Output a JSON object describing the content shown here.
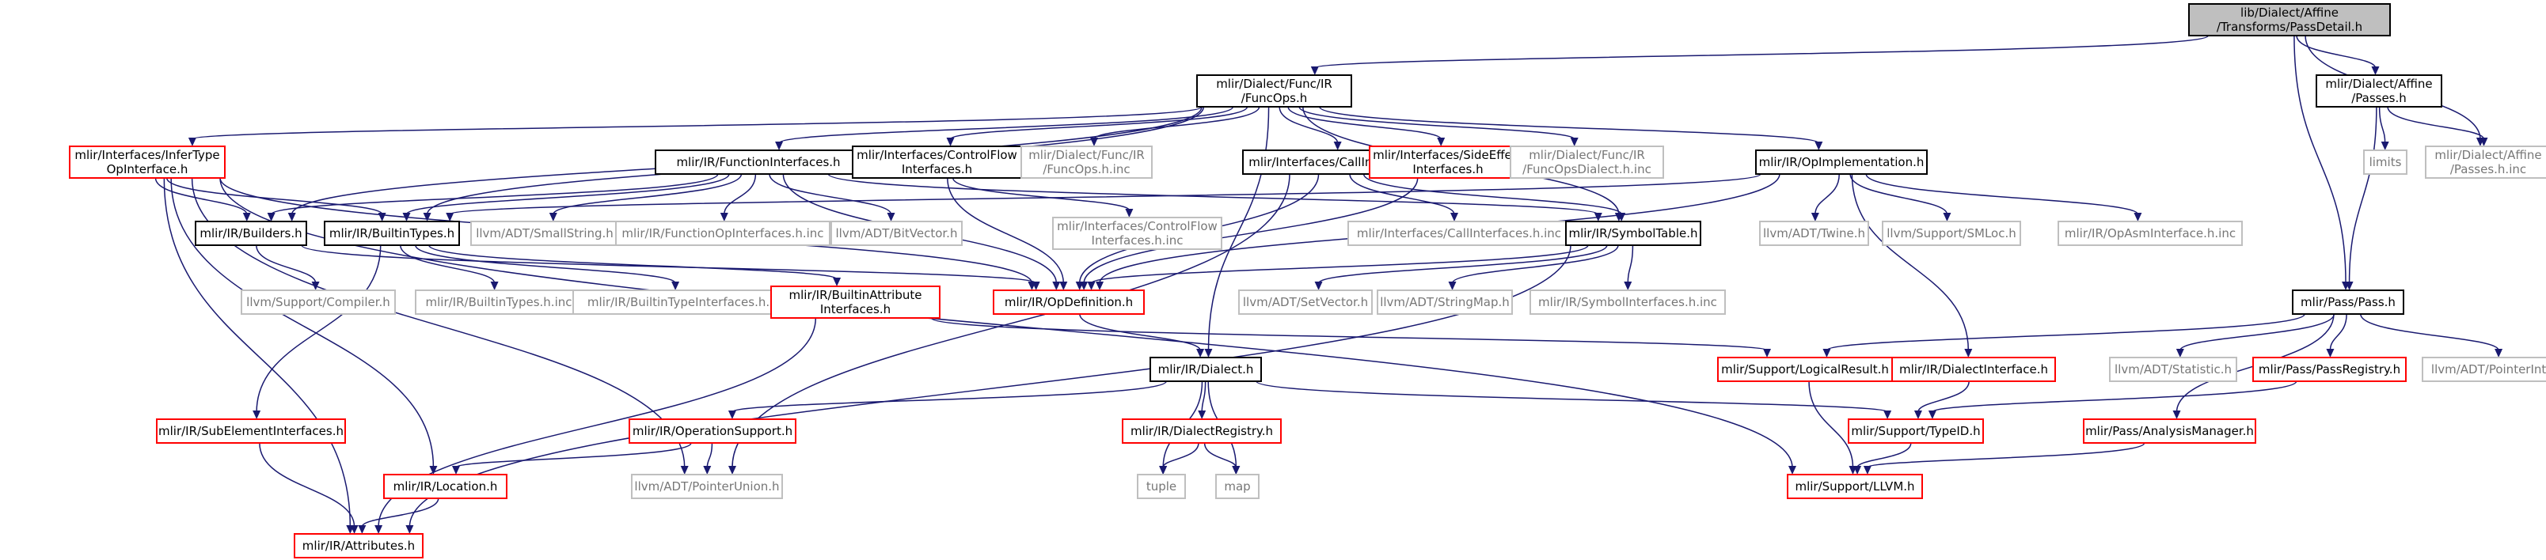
{
  "nodes": [
    {
      "id": "root",
      "kind": "root",
      "lines": [
        "lib/Dialect/Affine",
        "/Transforms/PassDetail.h"
      ]
    },
    {
      "id": "funcops",
      "kind": "normal",
      "lines": [
        "mlir/Dialect/Func/IR",
        "/FuncOps.h"
      ]
    },
    {
      "id": "affinepasses",
      "kind": "normal",
      "lines": [
        "mlir/Dialect/Affine",
        "/Passes.h"
      ]
    },
    {
      "id": "affinepassesinc",
      "kind": "gray",
      "lines": [
        "mlir/Dialect/Affine",
        "/Passes.h.inc"
      ]
    },
    {
      "id": "limits",
      "kind": "gray",
      "lines": [
        "limits"
      ]
    },
    {
      "id": "infertype",
      "kind": "red",
      "lines": [
        "mlir/Interfaces/InferType",
        "OpInterface.h"
      ]
    },
    {
      "id": "funcif",
      "kind": "normal",
      "lines": [
        "mlir/IR/FunctionInterfaces.h"
      ]
    },
    {
      "id": "controlflow",
      "kind": "normal",
      "lines": [
        "mlir/Interfaces/ControlFlow",
        "Interfaces.h"
      ]
    },
    {
      "id": "funcopsinc",
      "kind": "gray",
      "lines": [
        "mlir/Dialect/Func/IR",
        "/FuncOps.h.inc"
      ]
    },
    {
      "id": "callif",
      "kind": "normal",
      "lines": [
        "mlir/Interfaces/CallInterfaces.h"
      ]
    },
    {
      "id": "sideeffect",
      "kind": "red",
      "lines": [
        "mlir/Interfaces/SideEffect",
        "Interfaces.h"
      ]
    },
    {
      "id": "funcdialectinc",
      "kind": "gray",
      "lines": [
        "mlir/Dialect/Func/IR",
        "/FuncOpsDialect.h.inc"
      ]
    },
    {
      "id": "opimpl",
      "kind": "normal",
      "lines": [
        "mlir/IR/OpImplementation.h"
      ]
    },
    {
      "id": "builders",
      "kind": "normal",
      "lines": [
        "mlir/IR/Builders.h"
      ]
    },
    {
      "id": "builtintypes",
      "kind": "normal",
      "lines": [
        "mlir/IR/BuiltinTypes.h"
      ]
    },
    {
      "id": "smallstring",
      "kind": "gray",
      "lines": [
        "llvm/ADT/SmallString.h"
      ]
    },
    {
      "id": "funcifinc",
      "kind": "gray",
      "lines": [
        "mlir/IR/FunctionOpInterfaces.h.inc"
      ]
    },
    {
      "id": "bitvector",
      "kind": "gray",
      "lines": [
        "llvm/ADT/BitVector.h"
      ]
    },
    {
      "id": "cfinc",
      "kind": "gray",
      "lines": [
        "mlir/Interfaces/ControlFlow",
        "Interfaces.h.inc"
      ]
    },
    {
      "id": "callifinc",
      "kind": "gray",
      "lines": [
        "mlir/Interfaces/CallInterfaces.h.inc"
      ]
    },
    {
      "id": "symboltable",
      "kind": "normal",
      "lines": [
        "mlir/IR/SymbolTable.h"
      ]
    },
    {
      "id": "twine",
      "kind": "gray",
      "lines": [
        "llvm/ADT/Twine.h"
      ]
    },
    {
      "id": "smloc",
      "kind": "gray",
      "lines": [
        "llvm/Support/SMLoc.h"
      ]
    },
    {
      "id": "opasminc",
      "kind": "gray",
      "lines": [
        "mlir/IR/OpAsmInterface.h.inc"
      ]
    },
    {
      "id": "compiler",
      "kind": "gray",
      "lines": [
        "llvm/Support/Compiler.h"
      ]
    },
    {
      "id": "builtintypesinc",
      "kind": "gray",
      "lines": [
        "mlir/IR/BuiltinTypes.h.inc"
      ]
    },
    {
      "id": "builtintypeifinc",
      "kind": "gray",
      "lines": [
        "mlir/IR/BuiltinTypeInterfaces.h.inc"
      ]
    },
    {
      "id": "builtinattrif",
      "kind": "red",
      "lines": [
        "mlir/IR/BuiltinAttribute",
        "Interfaces.h"
      ]
    },
    {
      "id": "opdef",
      "kind": "red",
      "lines": [
        "mlir/IR/OpDefinition.h"
      ]
    },
    {
      "id": "setvector",
      "kind": "gray",
      "lines": [
        "llvm/ADT/SetVector.h"
      ]
    },
    {
      "id": "stringmap",
      "kind": "gray",
      "lines": [
        "llvm/ADT/StringMap.h"
      ]
    },
    {
      "id": "symbolifinc",
      "kind": "gray",
      "lines": [
        "mlir/IR/SymbolInterfaces.h.inc"
      ]
    },
    {
      "id": "pass",
      "kind": "normal",
      "lines": [
        "mlir/Pass/Pass.h"
      ]
    },
    {
      "id": "dialect",
      "kind": "normal",
      "lines": [
        "mlir/IR/Dialect.h"
      ]
    },
    {
      "id": "logicalresult",
      "kind": "red",
      "lines": [
        "mlir/Support/LogicalResult.h"
      ]
    },
    {
      "id": "dialectif",
      "kind": "red",
      "lines": [
        "mlir/IR/DialectInterface.h"
      ]
    },
    {
      "id": "statistic",
      "kind": "gray",
      "lines": [
        "llvm/ADT/Statistic.h"
      ]
    },
    {
      "id": "passregistry",
      "kind": "red",
      "lines": [
        "mlir/Pass/PassRegistry.h"
      ]
    },
    {
      "id": "pointerintpair",
      "kind": "gray",
      "lines": [
        "llvm/ADT/PointerIntPair.h"
      ]
    },
    {
      "id": "subelement",
      "kind": "red",
      "lines": [
        "mlir/IR/SubElementInterfaces.h"
      ]
    },
    {
      "id": "opsupport",
      "kind": "red",
      "lines": [
        "mlir/IR/OperationSupport.h"
      ]
    },
    {
      "id": "dialectregistry",
      "kind": "red",
      "lines": [
        "mlir/IR/DialectRegistry.h"
      ]
    },
    {
      "id": "typeid",
      "kind": "red",
      "lines": [
        "mlir/Support/TypeID.h"
      ]
    },
    {
      "id": "analysismanager",
      "kind": "red",
      "lines": [
        "mlir/Pass/AnalysisManager.h"
      ]
    },
    {
      "id": "location",
      "kind": "red",
      "lines": [
        "mlir/IR/Location.h"
      ]
    },
    {
      "id": "pointerunion",
      "kind": "gray",
      "lines": [
        "llvm/ADT/PointerUnion.h"
      ]
    },
    {
      "id": "tuple",
      "kind": "gray",
      "lines": [
        "tuple"
      ]
    },
    {
      "id": "map",
      "kind": "gray",
      "lines": [
        "map"
      ]
    },
    {
      "id": "llvm",
      "kind": "red",
      "lines": [
        "mlir/Support/LLVM.h"
      ]
    },
    {
      "id": "attributes",
      "kind": "red",
      "lines": [
        "mlir/IR/Attributes.h"
      ]
    }
  ],
  "edges": [
    [
      "root",
      "funcops"
    ],
    [
      "root",
      "affinepasses"
    ],
    [
      "root",
      "affinepassesinc"
    ],
    [
      "root",
      "pass"
    ],
    [
      "affinepasses",
      "limits"
    ],
    [
      "affinepasses",
      "affinepassesinc"
    ],
    [
      "affinepasses",
      "pass"
    ],
    [
      "funcops",
      "infertype"
    ],
    [
      "funcops",
      "funcif"
    ],
    [
      "funcops",
      "controlflow"
    ],
    [
      "funcops",
      "funcopsinc"
    ],
    [
      "funcops",
      "callif"
    ],
    [
      "funcops",
      "sideeffect"
    ],
    [
      "funcops",
      "funcdialectinc"
    ],
    [
      "funcops",
      "opimpl"
    ],
    [
      "funcops",
      "builders"
    ],
    [
      "funcops",
      "builtintypes"
    ],
    [
      "funcops",
      "symboltable"
    ],
    [
      "funcops",
      "dialect"
    ],
    [
      "infertype",
      "builders"
    ],
    [
      "infertype",
      "builtintypes"
    ],
    [
      "infertype",
      "opdef"
    ],
    [
      "infertype",
      "location"
    ],
    [
      "infertype",
      "pointerunion"
    ],
    [
      "infertype",
      "attributes"
    ],
    [
      "infertype",
      "llvm"
    ],
    [
      "funcif",
      "builders"
    ],
    [
      "funcif",
      "builtintypes"
    ],
    [
      "funcif",
      "smallstring"
    ],
    [
      "funcif",
      "funcifinc"
    ],
    [
      "funcif",
      "bitvector"
    ],
    [
      "funcif",
      "opdef"
    ],
    [
      "funcif",
      "symboltable"
    ],
    [
      "controlflow",
      "cfinc"
    ],
    [
      "controlflow",
      "opdef"
    ],
    [
      "callif",
      "callifinc"
    ],
    [
      "callif",
      "symboltable"
    ],
    [
      "callif",
      "opdef"
    ],
    [
      "callif",
      "pointerunion"
    ],
    [
      "sideeffect",
      "opdef"
    ],
    [
      "opimpl",
      "builtintypes"
    ],
    [
      "opimpl",
      "twine"
    ],
    [
      "opimpl",
      "smloc"
    ],
    [
      "opimpl",
      "opasminc"
    ],
    [
      "opimpl",
      "opdef"
    ],
    [
      "opimpl",
      "dialectif"
    ],
    [
      "builders",
      "compiler"
    ],
    [
      "builders",
      "opdef"
    ],
    [
      "builtintypes",
      "builtintypesinc"
    ],
    [
      "builtintypes",
      "builtintypeifinc"
    ],
    [
      "builtintypes",
      "builtinattrif"
    ],
    [
      "builtintypes",
      "subelement"
    ],
    [
      "symboltable",
      "opdef"
    ],
    [
      "symboltable",
      "setvector"
    ],
    [
      "symboltable",
      "stringmap"
    ],
    [
      "symboltable",
      "symbolifinc"
    ],
    [
      "symboltable",
      "attributes"
    ],
    [
      "builtinattrif",
      "attributes"
    ],
    [
      "builtinattrif",
      "logicalresult"
    ],
    [
      "opdef",
      "dialect"
    ],
    [
      "pass",
      "logicalresult"
    ],
    [
      "pass",
      "statistic"
    ],
    [
      "pass",
      "passregistry"
    ],
    [
      "pass",
      "pointerintpair"
    ],
    [
      "pass",
      "analysismanager"
    ],
    [
      "dialect",
      "opsupport"
    ],
    [
      "dialect",
      "dialectregistry"
    ],
    [
      "dialect",
      "typeid"
    ],
    [
      "dialect",
      "tuple"
    ],
    [
      "dialect",
      "map"
    ],
    [
      "opsupport",
      "location"
    ],
    [
      "opsupport",
      "pointerunion"
    ],
    [
      "dialectregistry",
      "tuple"
    ],
    [
      "dialectregistry",
      "map"
    ],
    [
      "logicalresult",
      "llvm"
    ],
    [
      "dialectif",
      "typeid"
    ],
    [
      "passregistry",
      "typeid"
    ],
    [
      "typeid",
      "llvm"
    ],
    [
      "analysismanager",
      "llvm"
    ],
    [
      "subelement",
      "attributes"
    ],
    [
      "location",
      "attributes"
    ]
  ]
}
